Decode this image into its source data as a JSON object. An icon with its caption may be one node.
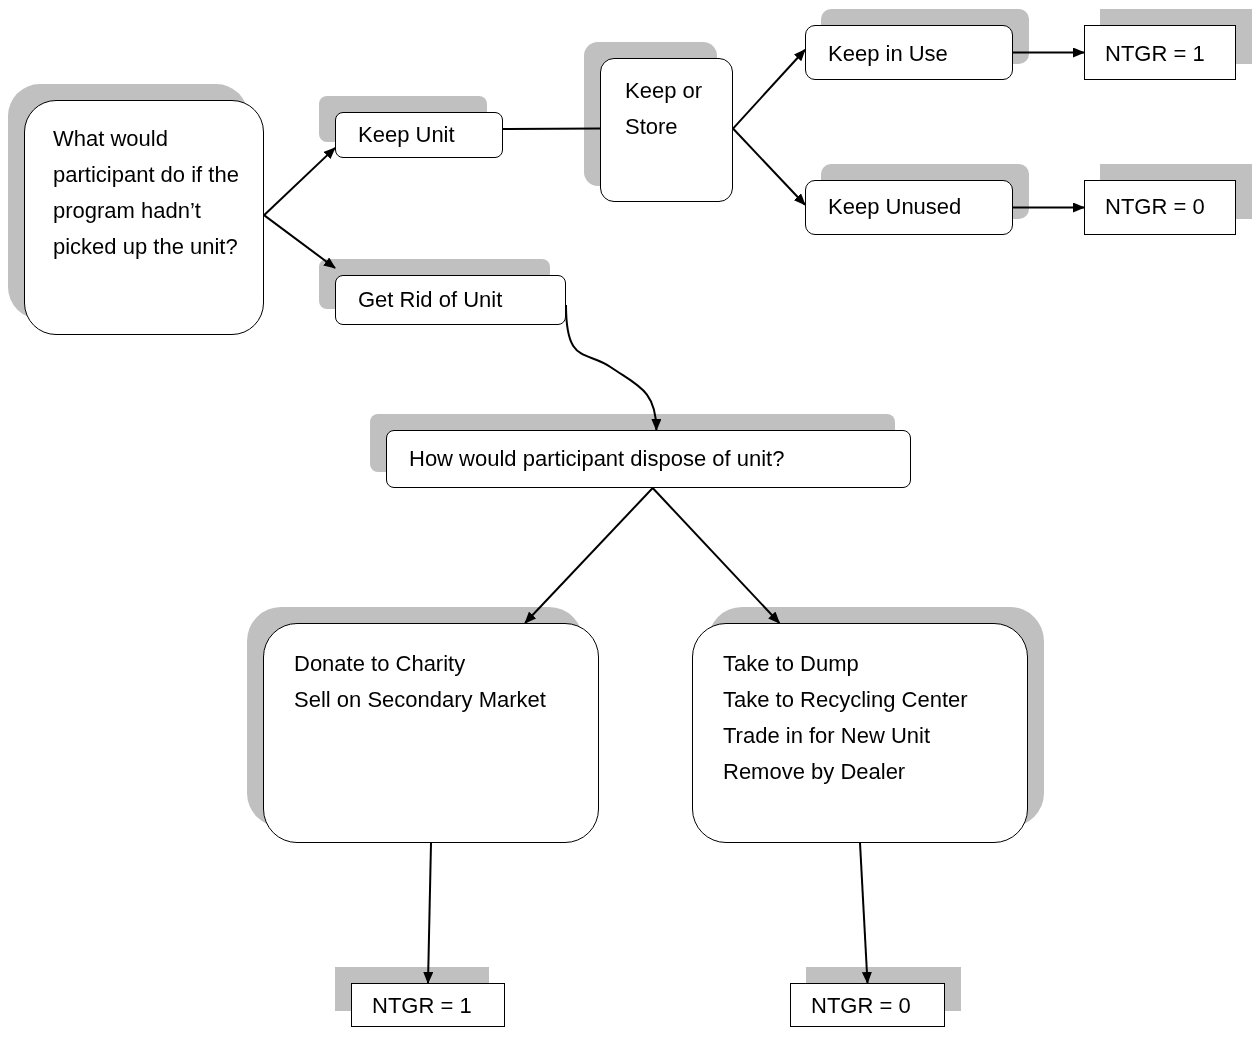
{
  "diagram": {
    "nodes": [
      {
        "text": [
          "What would participant do if the program hadn’t picked up the unit?"
        ]
      },
      {
        "text": [
          "Keep Unit"
        ]
      },
      {
        "text": [
          "Keep or Store"
        ]
      },
      {
        "text": [
          "Keep in Use"
        ]
      },
      {
        "text": [
          "NTGR = 1"
        ]
      },
      {
        "text": [
          "Keep Unused"
        ]
      },
      {
        "text": [
          "NTGR = 0"
        ]
      },
      {
        "text": [
          "Get Rid of Unit"
        ]
      },
      {
        "text": [
          "How would participant dispose of unit?"
        ]
      },
      {
        "text": [
          "Donate to Charity",
          "Sell on Secondary Market"
        ]
      },
      {
        "text": [
          "Take to Dump",
          "Take to Recycling Center",
          "Trade in for New Unit",
          "Remove by Dealer"
        ]
      },
      {
        "text": [
          "NTGR = 1"
        ]
      },
      {
        "text": [
          "NTGR = 0"
        ]
      }
    ],
    "edges": [
      {
        "from": 0,
        "to": 1,
        "arrow": "to"
      },
      {
        "from": 0,
        "to": 7,
        "arrow": "to"
      },
      {
        "from": 1,
        "to": 2,
        "arrow": "none"
      },
      {
        "from": 2,
        "to": 3,
        "arrow": "to"
      },
      {
        "from": 2,
        "to": 5,
        "arrow": "to"
      },
      {
        "from": 3,
        "to": 4,
        "arrow": "to"
      },
      {
        "from": 5,
        "to": 6,
        "arrow": "to"
      },
      {
        "from": 7,
        "to": 8,
        "arrow": "to"
      },
      {
        "from": 8,
        "to": 9,
        "arrow": "to"
      },
      {
        "from": 8,
        "to": 10,
        "arrow": "to"
      },
      {
        "from": 9,
        "to": 11,
        "arrow": "to"
      },
      {
        "from": 10,
        "to": 12,
        "arrow": "to"
      }
    ]
  }
}
